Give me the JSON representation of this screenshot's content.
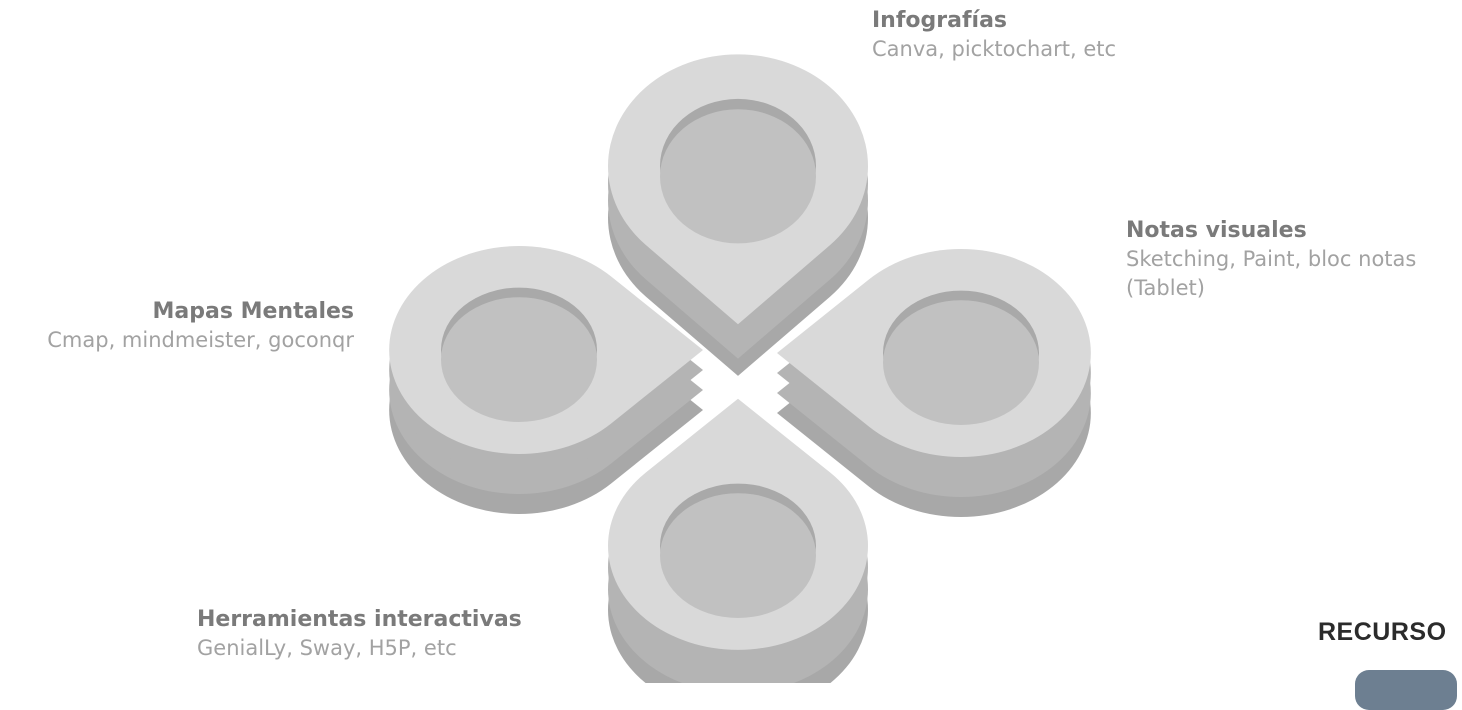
{
  "diagram": {
    "nodes": [
      {
        "id": "infografias",
        "title": "Infografías",
        "description": "Canva, picktochart, etc"
      },
      {
        "id": "notas-visuales",
        "title": "Notas visuales",
        "description": "Sketching, Paint, bloc notas (Tablet)"
      },
      {
        "id": "mapas-mentales",
        "title": "Mapas Mentales",
        "description": "Cmap, mindmeister, goconqr"
      },
      {
        "id": "herramientas-interactivas",
        "title": "Herramientas interactivas",
        "description": "GenialLy, Sway, H5P, etc"
      }
    ]
  },
  "footer": {
    "heading": "RECURSO"
  },
  "colors": {
    "top": "#d9d9d9",
    "side": "#a8a8a8",
    "pit": "#c0c0c0",
    "pit_wall": "#a8a8a8",
    "title": "#7a7a7a",
    "desc": "#a2a2a2"
  }
}
